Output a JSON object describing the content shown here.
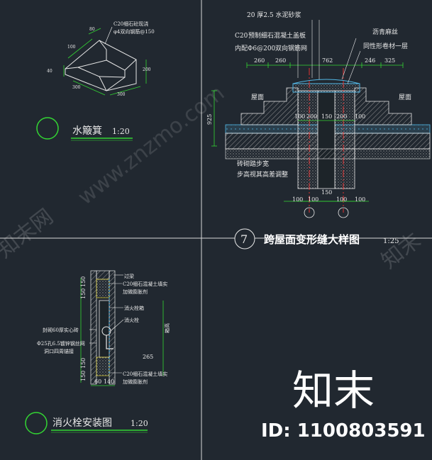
{
  "panels": {
    "tl": {
      "title": "水簸箕",
      "scale": "1:20",
      "notes": {
        "concrete": "C20细石砼现浇",
        "rebar": "φ4双向钢筋@150"
      },
      "dims": {
        "d100": "100",
        "d80": "80",
        "d40": "40",
        "d200": "200",
        "d300a": "300",
        "d300b": "300"
      }
    },
    "tr": {
      "number": "7",
      "title": "跨屋面变形缝大样图",
      "scale": "1:25",
      "notes": {
        "mortar": "20 厚2.5 水泥砂浆",
        "c20": "C20",
        "precast": "预制细石混凝土盖板",
        "inner": "内配Φ6@200",
        "mesh": "双向钢筋网",
        "asphalt": "沥青麻丝",
        "sameroof": "同性形卷材一层",
        "roof_l": "屋面",
        "roof_r": "屋面",
        "brick1": "砖砌踏步宽",
        "brick2": "步高视其高差调整"
      },
      "dims": {
        "t260a": "260",
        "t260b": "260",
        "t762": "762",
        "t246": "246",
        "t325": "325",
        "m100": "100",
        "m200a": "200",
        "m150": "150",
        "m200b": "200",
        "m100b": "100",
        "left925": "925",
        "b150": "150",
        "b100a": "100",
        "b100b": "100",
        "b100c": "100",
        "b100d": "100"
      }
    },
    "bl": {
      "title": "消火栓安装图",
      "scale": "1:20",
      "notes": {
        "lintel": "过梁",
        "c20top": "C20细石混凝土填实",
        "expansion1": "加微膨胀剂",
        "cabinet": "消火栓箱",
        "hydrant": "消火栓",
        "brick": "封砌60厚实心砖",
        "mesh": "Φ25孔6.5镀锌钢丝网",
        "hole": "洞口四周锚接",
        "c20bot": "C20细石混凝土填实",
        "expansion2": "加微膨胀剂"
      },
      "dims": {
        "v150a": "150",
        "v150b": "150",
        "v265": "265",
        "v150c": "150",
        "v150d": "150",
        "h60": "60",
        "h140": "140",
        "side": "箱高"
      }
    }
  },
  "watermark": {
    "brand": "知末",
    "id": "ID: 1100803591",
    "url": "www.znzmo.com",
    "corner1": "知末网",
    "corner2": "知末"
  },
  "colors": {
    "bg": "#212830",
    "line": "#e8e8e8",
    "dim": "#33d633",
    "red": "#e03030",
    "cyan": "#52b8e6",
    "yellow": "#e0d030"
  }
}
